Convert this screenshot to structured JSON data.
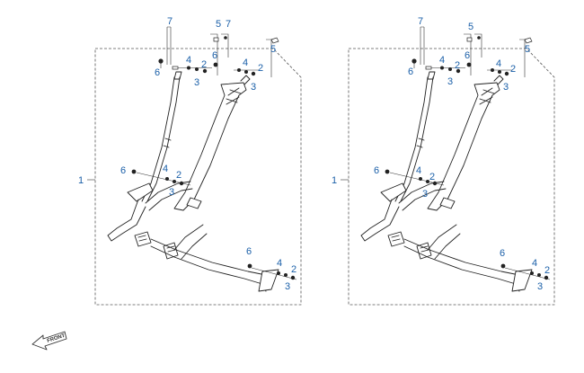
{
  "callouts": {
    "item1": "1",
    "item2": "2",
    "item3": "3",
    "item4": "4",
    "item5": "5",
    "item6": "6",
    "item7": "7"
  },
  "front_arrow": {
    "label": "FRONT"
  },
  "colors": {
    "callout": "#1a5fa8",
    "line": "#222222",
    "frame": "#555555"
  }
}
